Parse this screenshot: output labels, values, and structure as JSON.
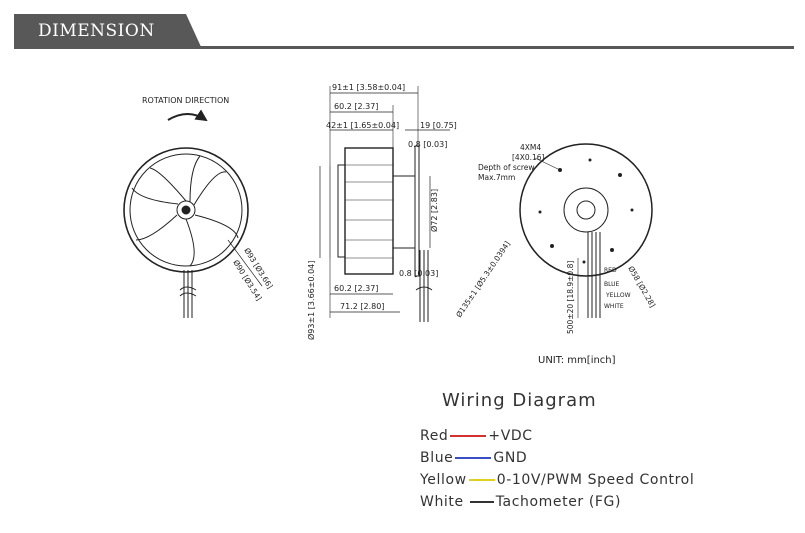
{
  "header": {
    "title": "DIMENSION"
  },
  "front_view": {
    "rotation_label": "ROTATION DIRECTION",
    "dim_outer": "Ø93 [Ø3.66]",
    "dim_inner": "Ø90 [Ø3.54]"
  },
  "side_view": {
    "dim_total": "91±1 [3.58±0.04]",
    "dim_60_top": "60.2 [2.37]",
    "dim_42": "42±1 [1.65±0.04]",
    "dim_19": "19 [0.75]",
    "dim_08_top": "0.8 [0.03]",
    "dim_72": "Ø72 [2.83]",
    "dim_08_bottom": "0.8 [0.03]",
    "dim_60_bottom": "60.2 [2.37]",
    "dim_71": "71.2 [2.80]",
    "dim_93_vert": "Ø93±1 [3.66±0.04]"
  },
  "rear_view": {
    "screw_line1": "4XM4",
    "screw_line2": "[4X0.16]",
    "screw_line3": "Depth of screw",
    "screw_line4": "Max.7mm",
    "dim_135": "Ø135±1 [Ø5.3±0.0394]",
    "dim_500": "500±20 [18.9±0.8]",
    "dim_58": "Ø58 [Ø2.28]",
    "wire_labels": [
      "RED",
      "BLUE",
      "YELLOW",
      "WHITE"
    ]
  },
  "unit_label": "UNIT: mm[inch]",
  "wiring": {
    "title": "Wiring Diagram",
    "rows": [
      {
        "color_name": "Red",
        "function": "+VDC",
        "line_color": "#d33030"
      },
      {
        "color_name": "Blue",
        "function": "GND",
        "line_color": "#3a4fc4"
      },
      {
        "color_name": "Yellow",
        "function": "0-10V/PWM Speed Control",
        "line_color": "#e0d020"
      },
      {
        "color_name": "White",
        "function": "Tachometer (FG)",
        "line_color": "#333333"
      }
    ]
  }
}
